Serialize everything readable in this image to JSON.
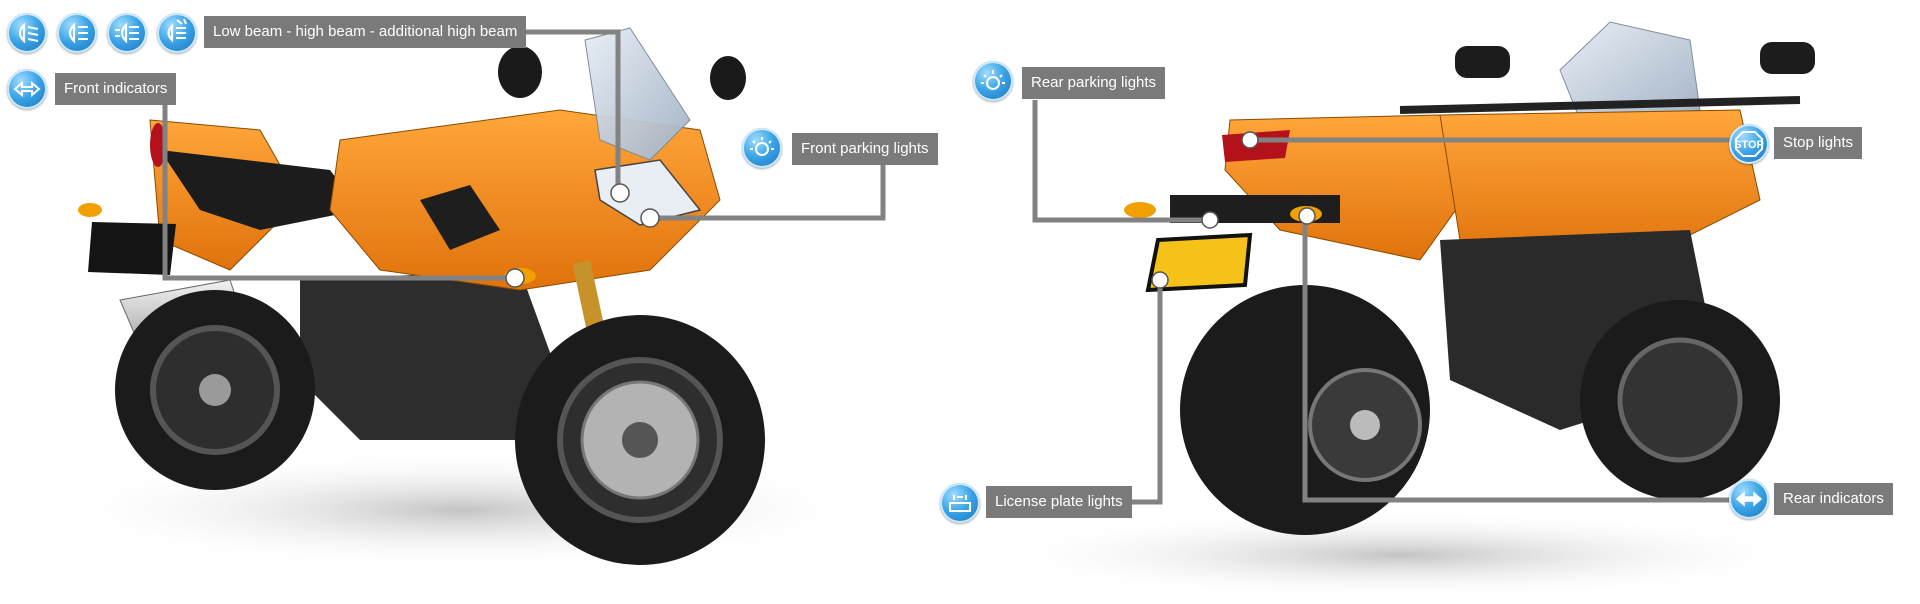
{
  "colors": {
    "body_orange": "#f28a1c",
    "body_dark": "#2a2a2a",
    "label_bg": "#7a7a7a",
    "line": "#808080",
    "badge_blue": "#2f8fd8"
  },
  "labels": {
    "low_high_beam": "Low beam - high beam - additional high beam",
    "front_indicators": "Front indicators",
    "front_parking": "Front parking lights",
    "rear_parking": "Rear parking lights",
    "stop_lights": "Stop lights",
    "license_plate": "License plate lights",
    "rear_indicators": "Rear indicators"
  },
  "icons": {
    "low_beam": "low-beam-icon",
    "high_beam": "high-beam-icon",
    "additional_high_beam": "additional-high-beam-icon",
    "headlight_flash": "headlight-flash-icon",
    "indicator": "indicator-arrows-icon",
    "parking": "parking-light-icon",
    "stop": "stop-sign-icon",
    "stop_text": "STOP",
    "license": "license-plate-light-icon"
  }
}
